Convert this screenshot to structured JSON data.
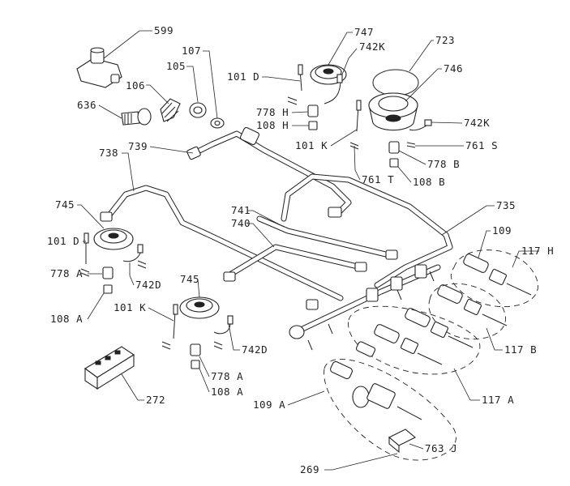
{
  "labels": {
    "l599": "599",
    "l747": "747",
    "l723": "723",
    "l742K_top": "742K",
    "l107": "107",
    "l105": "105",
    "l101D_top": "101 D",
    "l746": "746",
    "l106": "106",
    "l636": "636",
    "l778H": "778 H",
    "l108H": "108 H",
    "l742K_right": "742K",
    "l101K_top": "101 K",
    "l761S": "761 S",
    "l739": "739",
    "l738": "738",
    "l778B": "778 B",
    "l761T": "761 T",
    "l108B": "108 B",
    "l741": "741",
    "l735": "735",
    "l745_left": "745",
    "l740": "740",
    "l101D_left": "101 D",
    "l109": "109",
    "l117H": "117 H",
    "l742D_left": "742D",
    "l778A_left": "778 A",
    "l745_mid": "745",
    "l108A_left": "108 A",
    "l101K_mid": "101 K",
    "l742D_mid": "742D",
    "l117B": "117 B",
    "l778A_mid": "778 A",
    "l108A_mid": "108 A",
    "l272": "272",
    "l117A": "117 A",
    "l109A": "109 A",
    "l763J": "763 J",
    "l269": "269"
  }
}
